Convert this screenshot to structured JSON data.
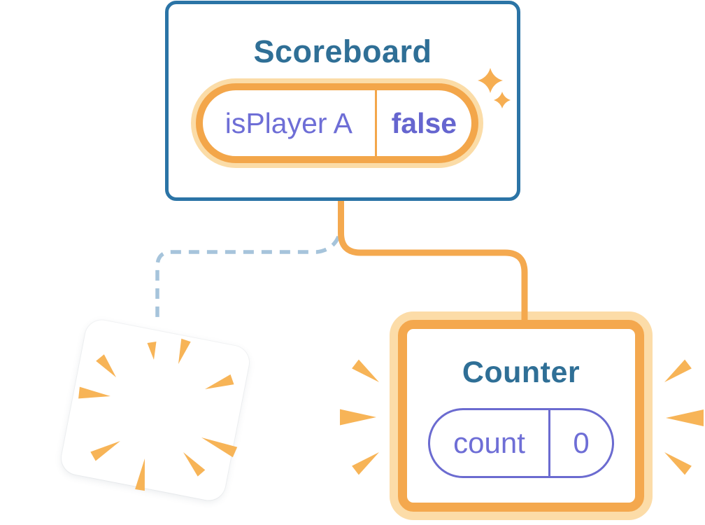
{
  "diagram": {
    "scoreboard": {
      "title": "Scoreboard",
      "state_key": "isPlayer A",
      "state_value": "false"
    },
    "counter": {
      "title": "Counter",
      "state_key": "count",
      "state_value": "0"
    },
    "icons": {
      "sparkle_large": "sparkle-icon",
      "sparkle_small": "sparkle-icon",
      "poof_burst": "poof-burst-icon",
      "emphasis_left": "emphasis-burst-icon",
      "emphasis_right": "emphasis-burst-icon"
    },
    "colors": {
      "card_border_blue": "#2B74A6",
      "title_blue": "#2F6F96",
      "state_purple": "#6E6ED6",
      "pill_border_purple": "#6B6BD0",
      "orange_solid": "#F4A94F",
      "orange_light": "#FCDCA8",
      "burst_orange": "#F7B457",
      "dashed_line_blue": "#A6C4DB",
      "background": "#FFFFFF"
    }
  }
}
